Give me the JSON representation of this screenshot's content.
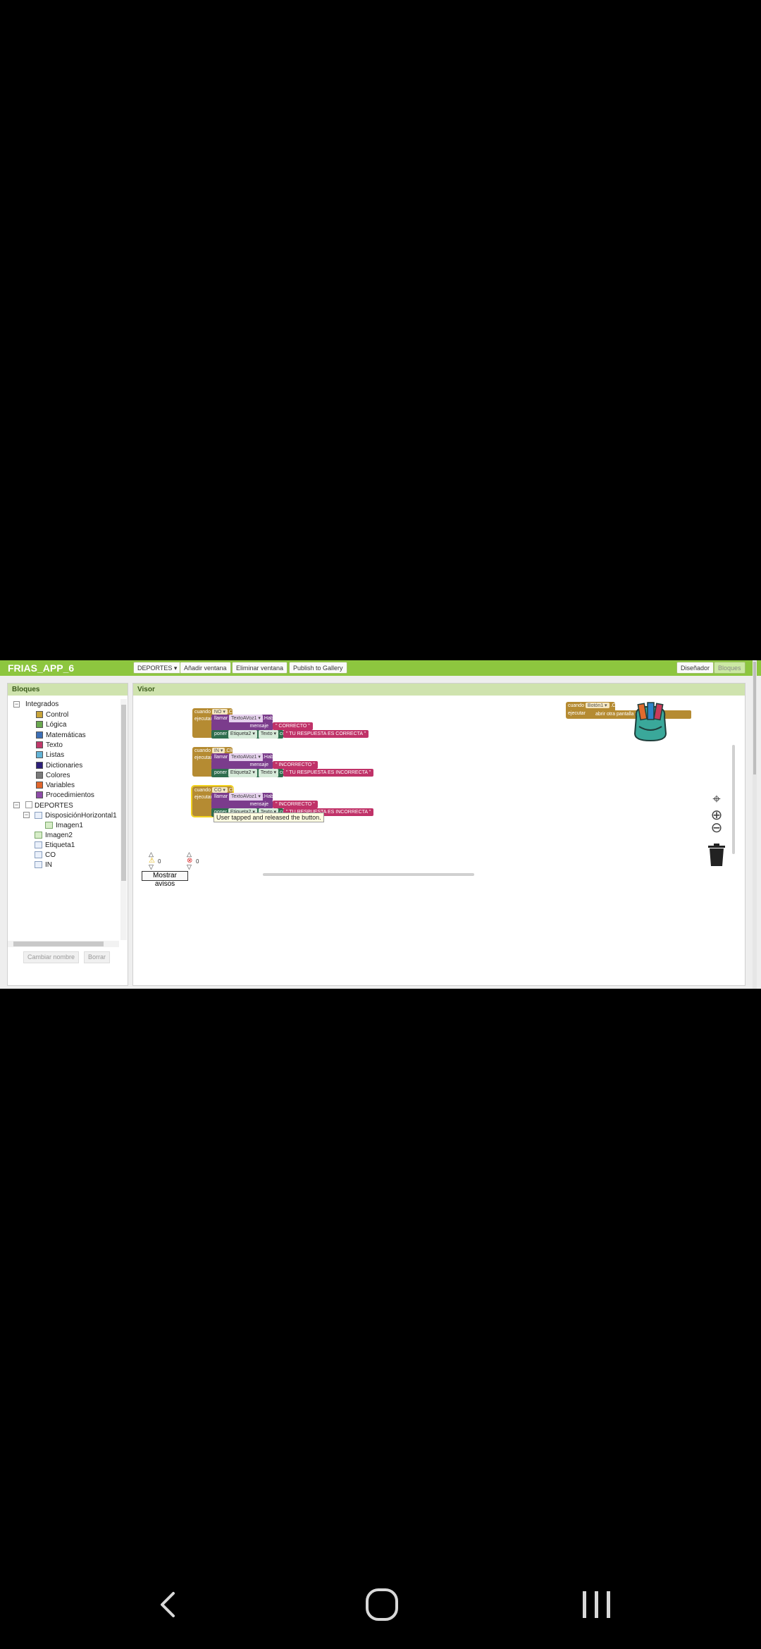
{
  "toolbar": {
    "project": "FRIAS_APP_6",
    "screen_select": "DEPORTES ▾",
    "add_screen": "Añadir ventana",
    "remove_screen": "Eliminar ventana",
    "publish": "Publish to Gallery",
    "designer": "Diseñador",
    "blocks": "Bloques"
  },
  "blocks_panel": {
    "title": "Bloques",
    "builtin_label": "Integrados",
    "builtin": [
      {
        "label": "Control",
        "color": "#c8a43a"
      },
      {
        "label": "Lógica",
        "color": "#6aa84f"
      },
      {
        "label": "Matemáticas",
        "color": "#3d6fb6"
      },
      {
        "label": "Texto",
        "color": "#c0396b"
      },
      {
        "label": "Listas",
        "color": "#63b3d6"
      },
      {
        "label": "Dictionaries",
        "color": "#2d1f7a"
      },
      {
        "label": "Colores",
        "color": "#7a7a7a"
      },
      {
        "label": "Variables",
        "color": "#e0662c"
      },
      {
        "label": "Procedimientos",
        "color": "#8e4ca8"
      }
    ],
    "screen_label": "DEPORTES",
    "components": {
      "arrangement": "DisposiciónHorizontal1",
      "image1": "Imagen1",
      "image2": "Imagen2",
      "label1": "Etiqueta1",
      "co": "CO",
      "in": "IN"
    },
    "rename_button": "Cambiar nombre",
    "delete_button": "Borrar"
  },
  "viewer": {
    "title": "Visor",
    "tooltip": "User tapped and released the button.",
    "warnings_count": "0",
    "errors_count": "0",
    "show_warnings": "Mostrar avisos",
    "kw_when": "cuando",
    "kw_do": "ejecutar",
    "kw_call": "llamar",
    "kw_set": "poner",
    "kw_as": "como",
    "kw_message": "mensaje",
    "click": ".Clic",
    "speak": ".Hablar",
    "tts": "TextoAVoz1 ▾",
    "label2": "Etiqueta2 ▾",
    "text_prop": "Texto ▾",
    "blocks": [
      {
        "button": "NO ▾",
        "speech": "\" CORRECTO \"",
        "text": "\" TU RESPUESTA ES CORRECTA \""
      },
      {
        "button": "IN ▾",
        "speech": "\" INCORRECTO \"",
        "text": "\" TU RESPUESTA ES INCORRECTA \""
      },
      {
        "button": "CO ▾",
        "speech": "\" INCORRECTO \"",
        "text": "\" TU RESPUESTA ES INCORRECTA \""
      }
    ],
    "side_block": {
      "button": "Botón1 ▾",
      "action": "abrir otra pantalla  Nombre de la"
    }
  },
  "navbar": {
    "back": "back-icon",
    "home": "home-icon",
    "recents": "recents-icon"
  }
}
